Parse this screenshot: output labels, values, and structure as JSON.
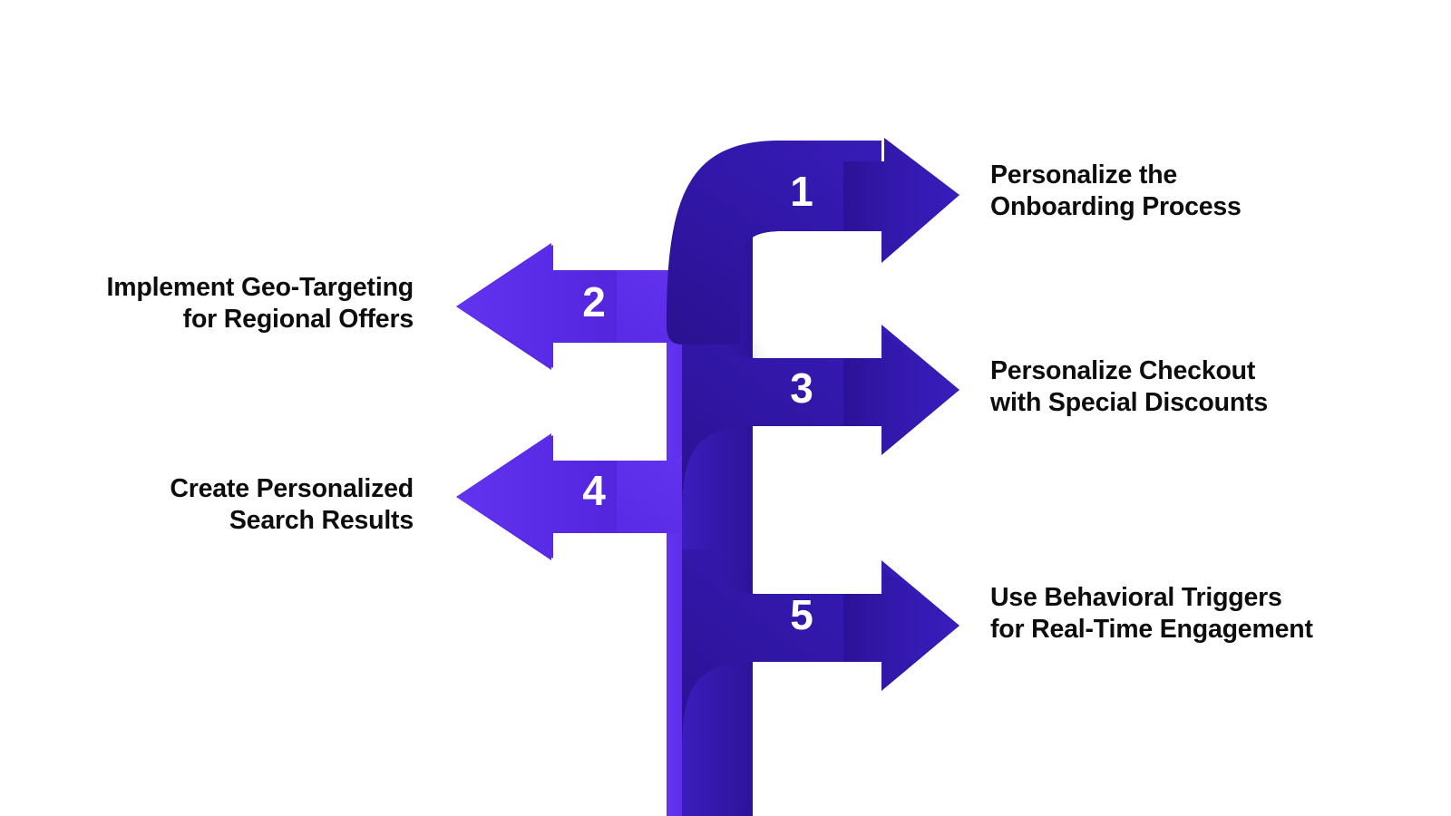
{
  "diagram": {
    "type": "branching-arrow-infographic",
    "background_color": "#FFFFFF",
    "trunk_color_front": "#3318AD",
    "trunk_color_back": "#5B2CE8",
    "number_text_color": "#FFFFFF",
    "label_text_color": "#0D0D0D",
    "steps": [
      {
        "number": "1",
        "direction": "right",
        "color": "#3318AD",
        "label": "Personalize the\nOnboarding Process"
      },
      {
        "number": "2",
        "direction": "left",
        "color": "#5B2CE8",
        "label": "Implement Geo-Targeting\nfor Regional Offers"
      },
      {
        "number": "3",
        "direction": "right",
        "color": "#3318AD",
        "label": "Personalize Checkout\nwith Special Discounts"
      },
      {
        "number": "4",
        "direction": "left",
        "color": "#5B2CE8",
        "label": "Create Personalized\nSearch Results"
      },
      {
        "number": "5",
        "direction": "right",
        "color": "#3318AD",
        "label": "Use Behavioral Triggers\nfor Real-Time Engagement"
      }
    ]
  }
}
